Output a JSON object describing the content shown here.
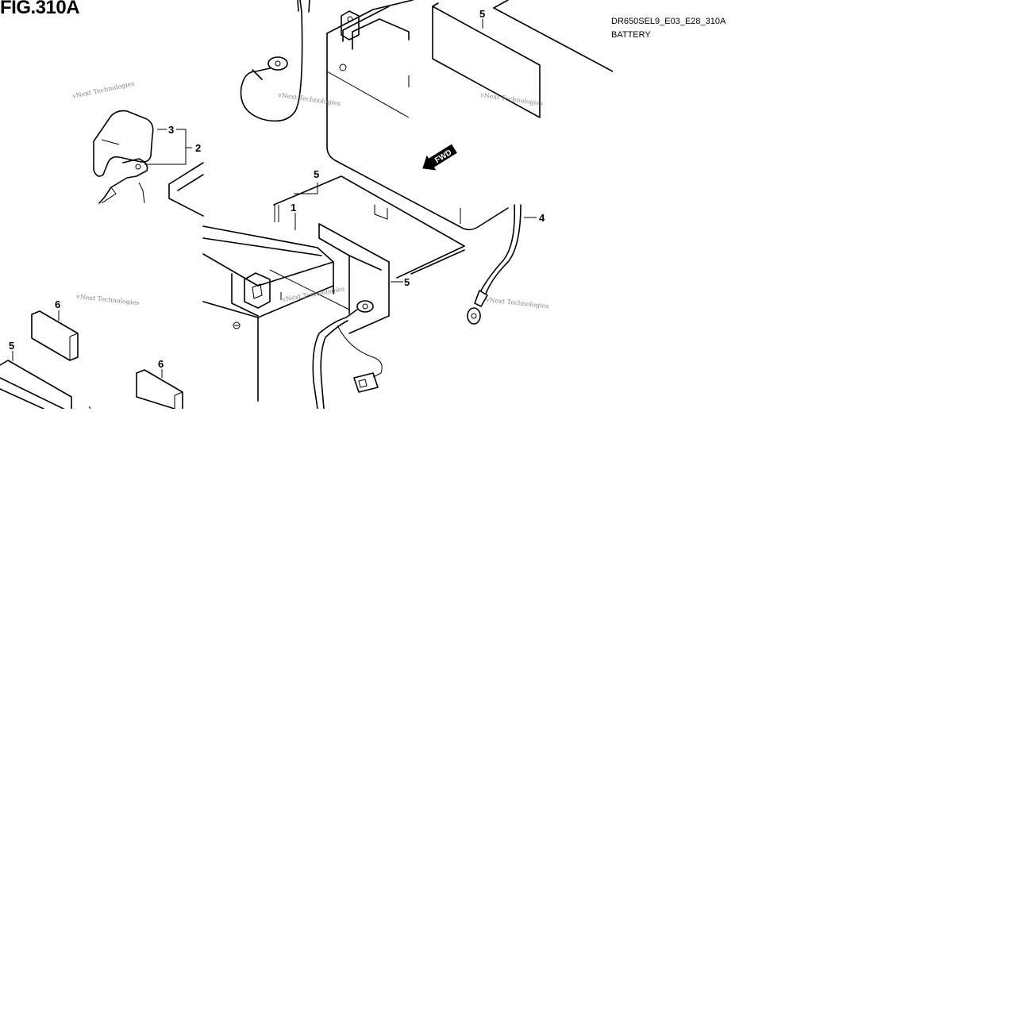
{
  "figure": {
    "title": "FIG.310A",
    "code": "DR650SEL9_E03_E28_310A",
    "caption": "BATTERY"
  },
  "callouts": [
    "1",
    "2",
    "3",
    "4",
    "5",
    "5",
    "5",
    "5",
    "6",
    "6"
  ],
  "watermark": "vNext Technologies",
  "direction_label": "FWD"
}
